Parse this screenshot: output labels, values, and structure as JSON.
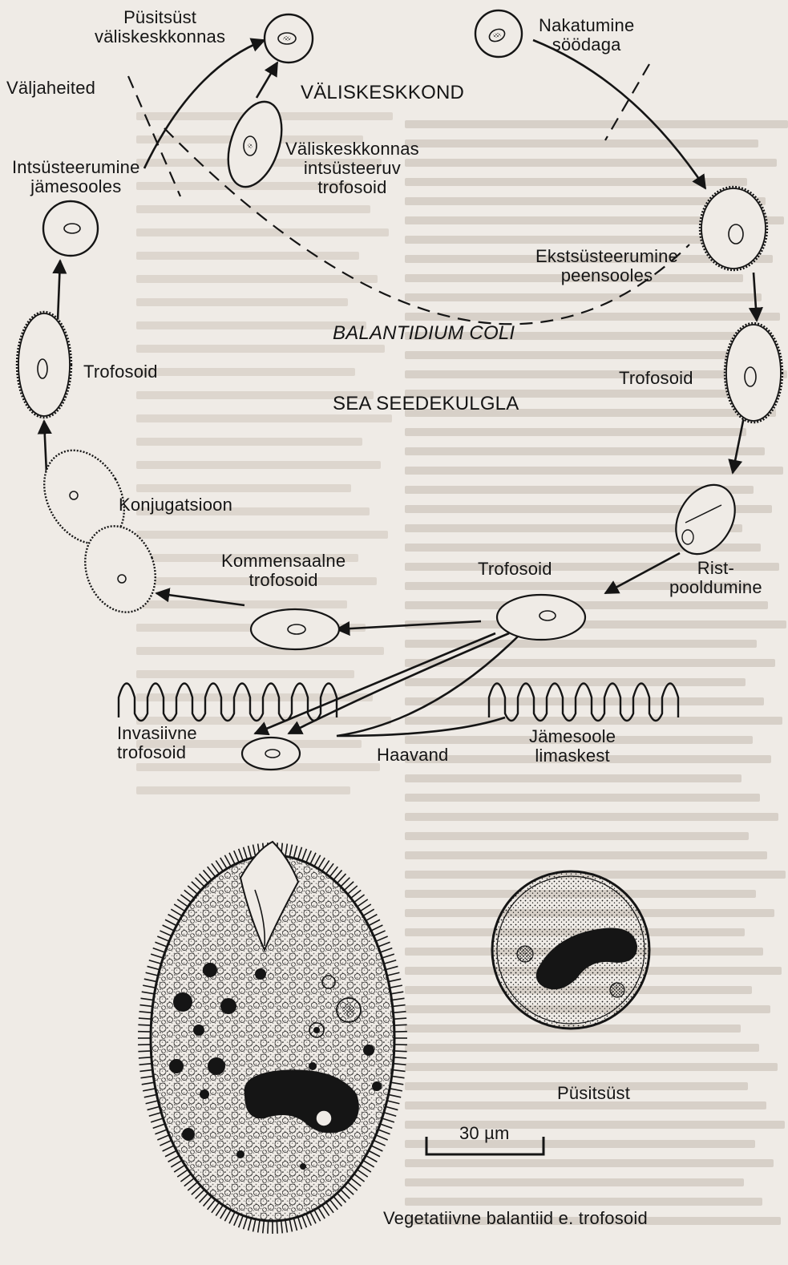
{
  "labels": {
    "pusitsust_valiskeskkonnas": "Püsitsüst\nväliskeskkonnas",
    "nakatumine_soodaga": "Nakatumine\nsöödaga",
    "valjaheited": "Väljaheited",
    "valiskeskkond": "VÄLISKESKKOND",
    "valiskeskkonnas_intsusteeruv": "Väliskeskkonnas\nintsüsteeruv\ntrofosoid",
    "intsusteerumine_jamesooles": "Intsüsteerumine\njämesooles",
    "ekstsusteerumine_peensooles": "Ekstsüsteerumine\npeensooles",
    "balantidium_coli": "BALANTIDIUM COLI",
    "sea_seedekulgla": "SEA SEEDEKULGLA",
    "trofosoid_left": "Trofosoid",
    "trofosoid_right": "Trofosoid",
    "konjugatsioon": "Konjugatsioon",
    "kommensaalne_trofosoid": "Kommensaalne\ntrofosoid",
    "trofosoid_center": "Trofosoid",
    "ristpooldumine": "Rist-\npooldumine",
    "invasiivne_trofosoid": "Invasiivne\ntrofosoid",
    "haavand": "Haavand",
    "jamesoole_limaskest": "Jämesoole\nlimaskest",
    "pusitsust": "Püsitsüst",
    "scale_bar": "30 µm",
    "vegetatiivne_balantiid": "Vegetatiivne balantiid e. trofosoid"
  },
  "colors": {
    "ink": "#151515",
    "paper": "#efebe6",
    "bleed_text": "#d7d0c8"
  }
}
